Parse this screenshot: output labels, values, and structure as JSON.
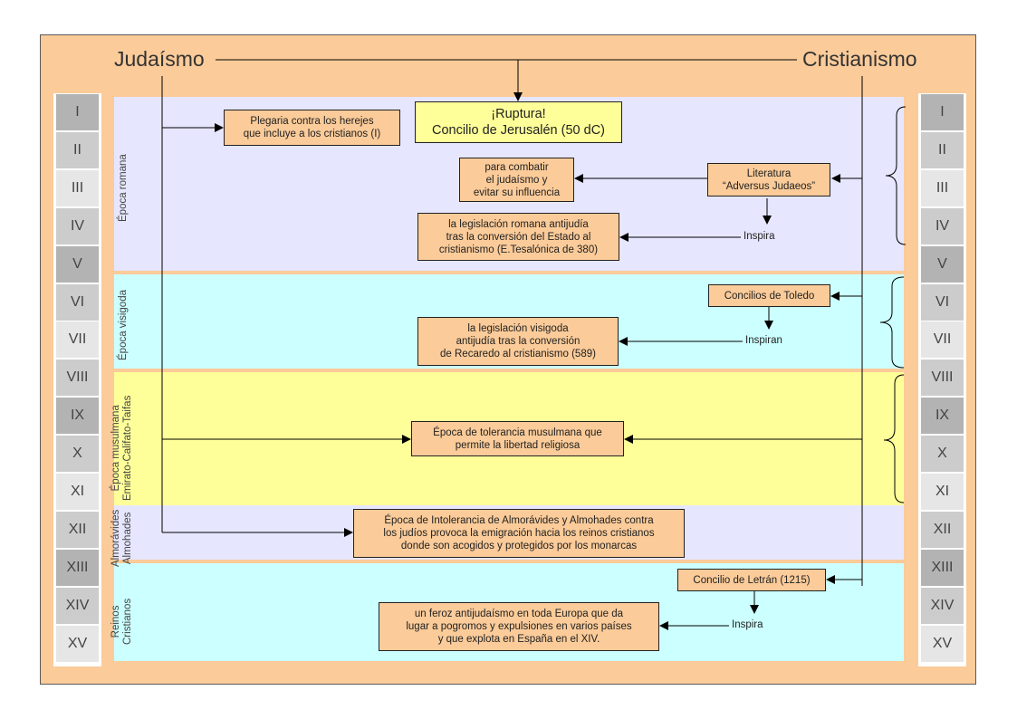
{
  "titles": {
    "left": "Judaísmo",
    "right": "Cristianismo"
  },
  "centuries": [
    "I",
    "II",
    "III",
    "IV",
    "V",
    "VI",
    "VII",
    "VIII",
    "IX",
    "X",
    "XI",
    "XII",
    "XIII",
    "XIV",
    "XV"
  ],
  "bands": {
    "romana": "Época romana",
    "visigoda": "Época visigoda",
    "musulmana_1": "Época musulmana",
    "musulmana_2": "Emirato-Califato-Taifas",
    "almoravides_1": "Almorávides",
    "almoravides_2": "Almohades",
    "reinos_1": "Reinos",
    "reinos_2": "Cristianos"
  },
  "boxes": {
    "plegaria": "Plegaria contra los herejes\nque incluye a los cristianos (I)",
    "ruptura_1": "¡Ruptura!",
    "ruptura_2": "Concilio de Jerusalén (50 dC)",
    "combatir": "para combatir\nel judaísmo y\nevitar su influencia",
    "literatura": "Literatura\n“Adversus Judaeos”",
    "legislacion_romana": "la legislación romana antijudía\ntras la conversión del Estado al\ncristianismo (E.Tesalónica de 380)",
    "toledo": "Concilios de Toledo",
    "legislacion_visigoda": "la legislación visigoda\nantijudía tras la conversión\nde Recaredo al cristianismo (589)",
    "tolerancia": "Época de tolerancia musulmana que\npermite la libertad religiosa",
    "intolerancia": "Época de Intolerancia de Almorávides y Almohades contra\nlos judíos provoca la emigración hacia los reinos cristianos\ndonde son acogidos y protegidos por los monarcas",
    "letran": "Concilio de Letrán (1215)",
    "antijudaismo": "un feroz antijudaísmo en toda Europa que da\nlugar a pogromos y expulsiones en varios países\ny que explota en España en el XIV."
  },
  "labels": {
    "inspira_1": "Inspira",
    "inspiran": "Inspiran",
    "inspira_2": "Inspira"
  },
  "colors": {
    "frame": "#fbcb99",
    "romana": "#e6e6ff",
    "visigoda": "#ccffff",
    "musulmana": "#ffff99",
    "almoravides": "#e6e6ff",
    "reinos": "#ccffff",
    "box": "#fbcb99",
    "highlight_box": "#ffff99",
    "century_dark": "#b3b3b3",
    "century_mid": "#cccccc",
    "century_light": "#e6e6e6"
  }
}
